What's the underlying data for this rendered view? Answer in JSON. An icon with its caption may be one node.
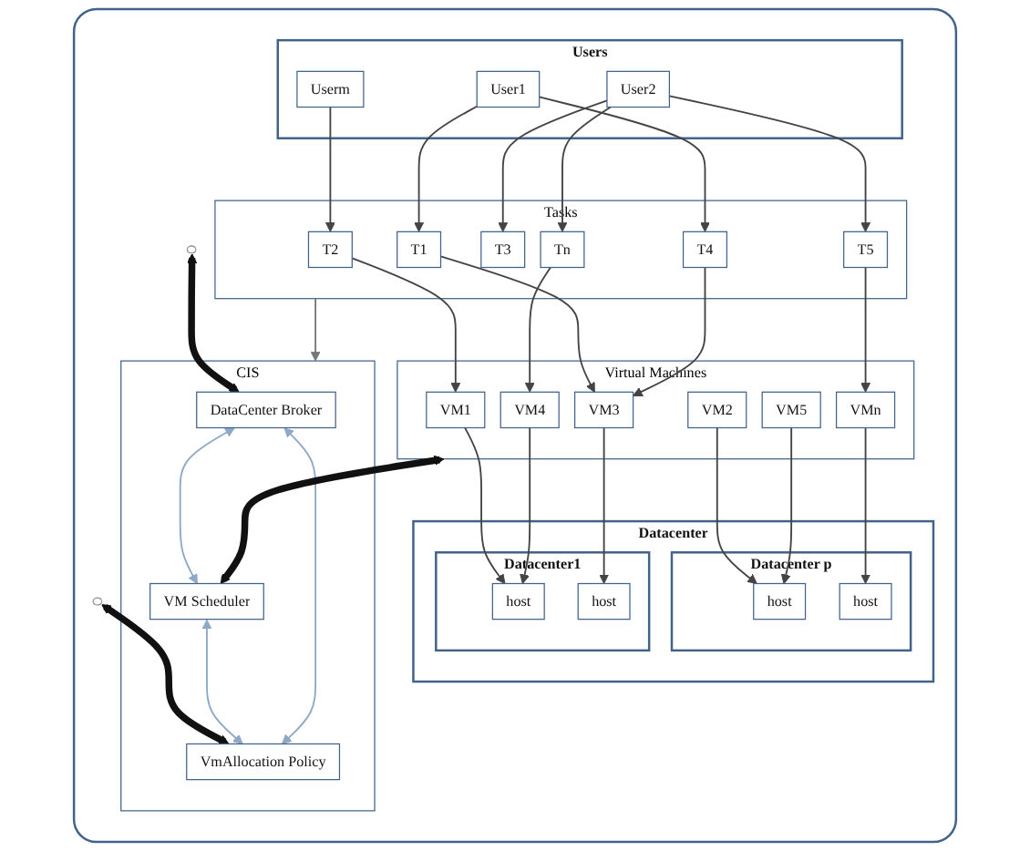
{
  "diagram": {
    "nodes": [
      {
        "text": [],
        "shape": "box"
      },
      {
        "text": [
          "Users"
        ],
        "in": 0
      },
      {
        "text": [
          "User1"
        ],
        "in": 1
      },
      {
        "text": [
          "User2"
        ],
        "in": 1
      },
      {
        "text": [
          "Userm"
        ],
        "in": 1
      },
      {
        "text": [
          "Tasks"
        ],
        "in": 0
      },
      {
        "text": [
          "T1"
        ],
        "in": 5
      },
      {
        "text": [
          "T2"
        ],
        "in": 5
      },
      {
        "text": [
          "T3"
        ],
        "in": 5
      },
      {
        "text": [
          "T4"
        ],
        "in": 5
      },
      {
        "text": [
          "T5"
        ],
        "in": 5
      },
      {
        "text": [
          "Tn"
        ],
        "in": 5
      },
      {
        "text": [
          "Virtual Machines"
        ],
        "in": 0
      },
      {
        "text": [
          "VM1"
        ],
        "in": 12
      },
      {
        "text": [
          "VM2"
        ],
        "in": 12
      },
      {
        "text": [
          "VM3"
        ],
        "in": 12
      },
      {
        "text": [
          "VM4"
        ],
        "in": 12
      },
      {
        "text": [
          "VM5"
        ],
        "in": 12
      },
      {
        "text": [
          "VMn"
        ],
        "in": 12
      },
      {
        "text": [
          "Datacenter"
        ],
        "in": 0
      },
      {
        "text": [
          "Datacenter1"
        ],
        "in": 19
      },
      {
        "text": [
          "host"
        ],
        "in": 20
      },
      {
        "text": [
          "host"
        ],
        "in": 20
      },
      {
        "text": [
          "Datacenter p"
        ],
        "in": 19
      },
      {
        "text": [
          "host"
        ],
        "in": 23
      },
      {
        "text": [
          "host"
        ],
        "in": 23
      },
      {
        "text": [
          "CIS"
        ],
        "in": 0
      },
      {
        "text": [
          "DataCenter Broker"
        ],
        "in": 26
      },
      {
        "text": [
          "VM Scheduler"
        ],
        "in": 26
      },
      {
        "text": [
          "VmAllocation Policy"
        ],
        "in": 26
      },
      {
        "text": [],
        "shape": "ellipse",
        "in": 0
      },
      {
        "text": [],
        "shape": "ellipse",
        "in": 0
      }
    ],
    "edges": [
      {
        "from": 2,
        "to": 6,
        "arrow": "to"
      },
      {
        "from": 2,
        "to": 9,
        "arrow": "to"
      },
      {
        "from": 3,
        "to": 8,
        "arrow": "to"
      },
      {
        "from": 3,
        "to": 10,
        "arrow": "to"
      },
      {
        "from": 3,
        "to": 11,
        "arrow": "to"
      },
      {
        "from": 4,
        "to": 7,
        "arrow": "to"
      },
      {
        "from": 6,
        "to": 15,
        "arrow": "to"
      },
      {
        "from": 7,
        "to": 13,
        "arrow": "to"
      },
      {
        "from": 9,
        "to": 15,
        "arrow": "to"
      },
      {
        "from": 10,
        "to": 18,
        "arrow": "to"
      },
      {
        "from": 11,
        "to": 16,
        "arrow": "to"
      },
      {
        "from": 13,
        "to": 22,
        "arrow": "to"
      },
      {
        "from": 14,
        "to": 25,
        "arrow": "to"
      },
      {
        "from": 15,
        "to": 21,
        "arrow": "to"
      },
      {
        "from": 16,
        "to": 22,
        "arrow": "to"
      },
      {
        "from": 17,
        "to": 25,
        "arrow": "to"
      },
      {
        "from": 18,
        "to": 24,
        "arrow": "to"
      },
      {
        "from": 30,
        "to": 27,
        "arrow": "both",
        "style": "thick"
      },
      {
        "from": 12,
        "to": 28,
        "arrow": "both",
        "style": "thick"
      },
      {
        "from": 31,
        "to": 29,
        "arrow": "both",
        "style": "thick"
      },
      {
        "from": 5,
        "to": 26,
        "arrow": "to",
        "color": "#777777"
      },
      {
        "from": 27,
        "to": 28,
        "arrow": "both",
        "color": "#8fa8c8"
      },
      {
        "from": 28,
        "to": 29,
        "arrow": "both",
        "color": "#8fa8c8"
      },
      {
        "from": 27,
        "to": 29,
        "arrow": "both",
        "color": "#8fa8c8"
      }
    ]
  }
}
